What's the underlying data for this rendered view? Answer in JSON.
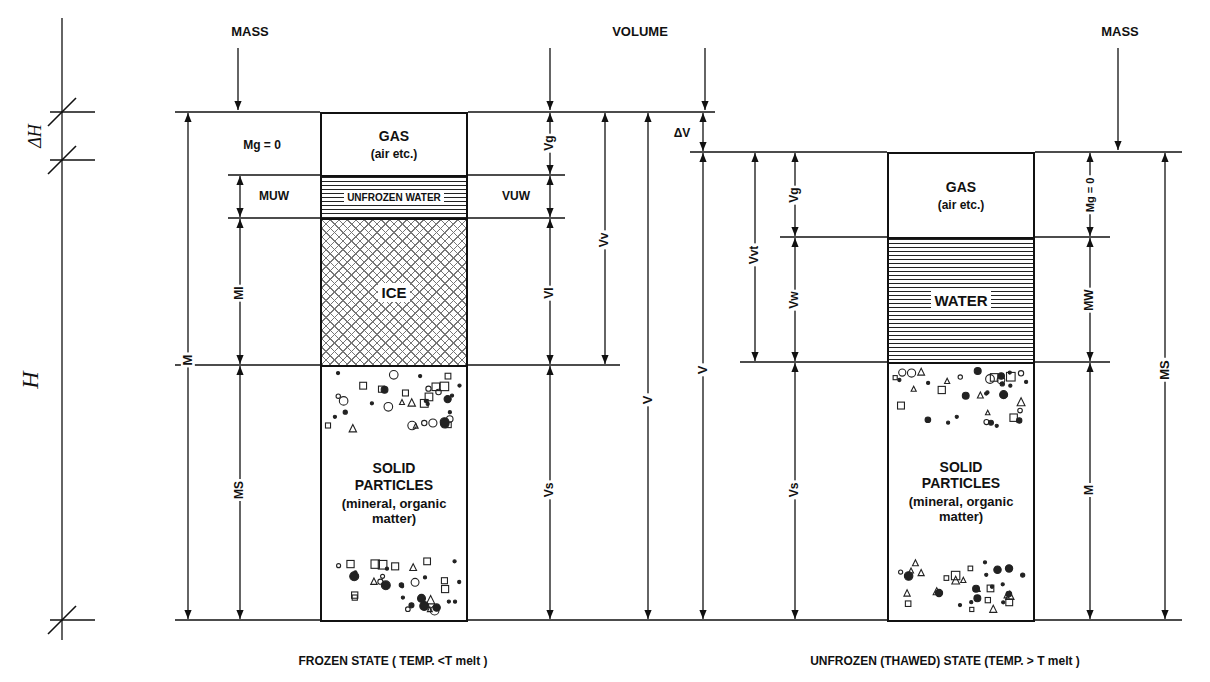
{
  "diagram": {
    "nodes": [
      {
        "text": [
          "GAS",
          "(air etc.)"
        ]
      },
      {
        "text": [
          "UNFROZEN WATER"
        ]
      },
      {
        "text": [
          "ICE"
        ]
      },
      {
        "text": [
          "SOLID PARTICLES",
          "(mineral, organic matter)"
        ]
      },
      {
        "text": [
          "GAS",
          "(air etc.)"
        ]
      },
      {
        "text": [
          "WATER"
        ]
      },
      {
        "text": [
          "SOLID PARTICLES",
          "(mineral, organic matter)"
        ]
      }
    ],
    "labels": [
      "MASS",
      "VOLUME",
      "MASS",
      "ΔH",
      "H",
      "Mg = 0",
      "MUW",
      "MI",
      "M",
      "MS",
      "Vg",
      "VUW",
      "Vv",
      "VI",
      "Vs",
      "V",
      "ΔV",
      "V",
      "Vvt",
      "Vg",
      "Vw",
      "Vs",
      "Mg = 0",
      "MW",
      "M",
      "MS",
      "FROZEN STATE ( TEMP. <T melt )",
      "UNFROZEN (THAWED) STATE (TEMP. > T melt )"
    ]
  }
}
